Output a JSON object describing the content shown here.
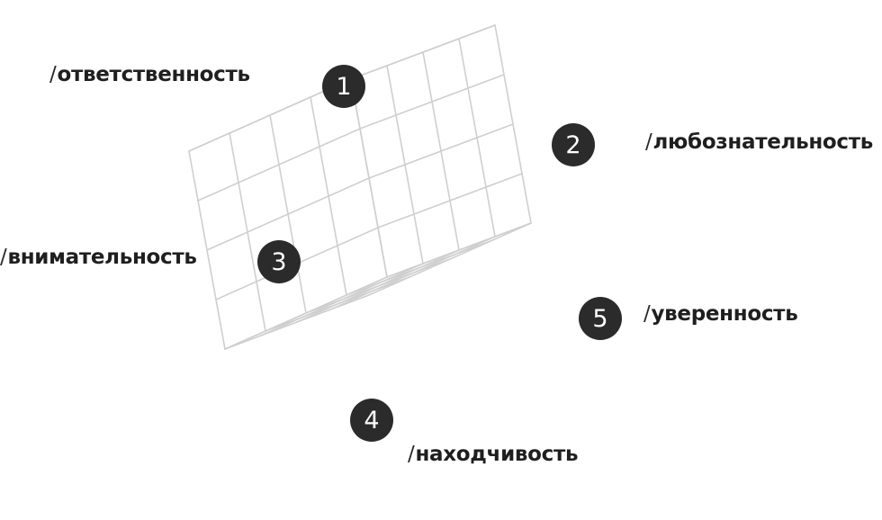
{
  "badges": [
    {
      "number": "1"
    },
    {
      "number": "2"
    },
    {
      "number": "3"
    },
    {
      "number": "4"
    },
    {
      "number": "5"
    }
  ],
  "labels": [
    {
      "text": "ответственность"
    },
    {
      "text": "любознательность"
    },
    {
      "text": "внимательность"
    },
    {
      "text": "находчивость"
    },
    {
      "text": "уверенность"
    }
  ],
  "colors": {
    "badge": "#2b2b2b",
    "grid": "#cfcfcf",
    "text": "#1f1f1f"
  }
}
